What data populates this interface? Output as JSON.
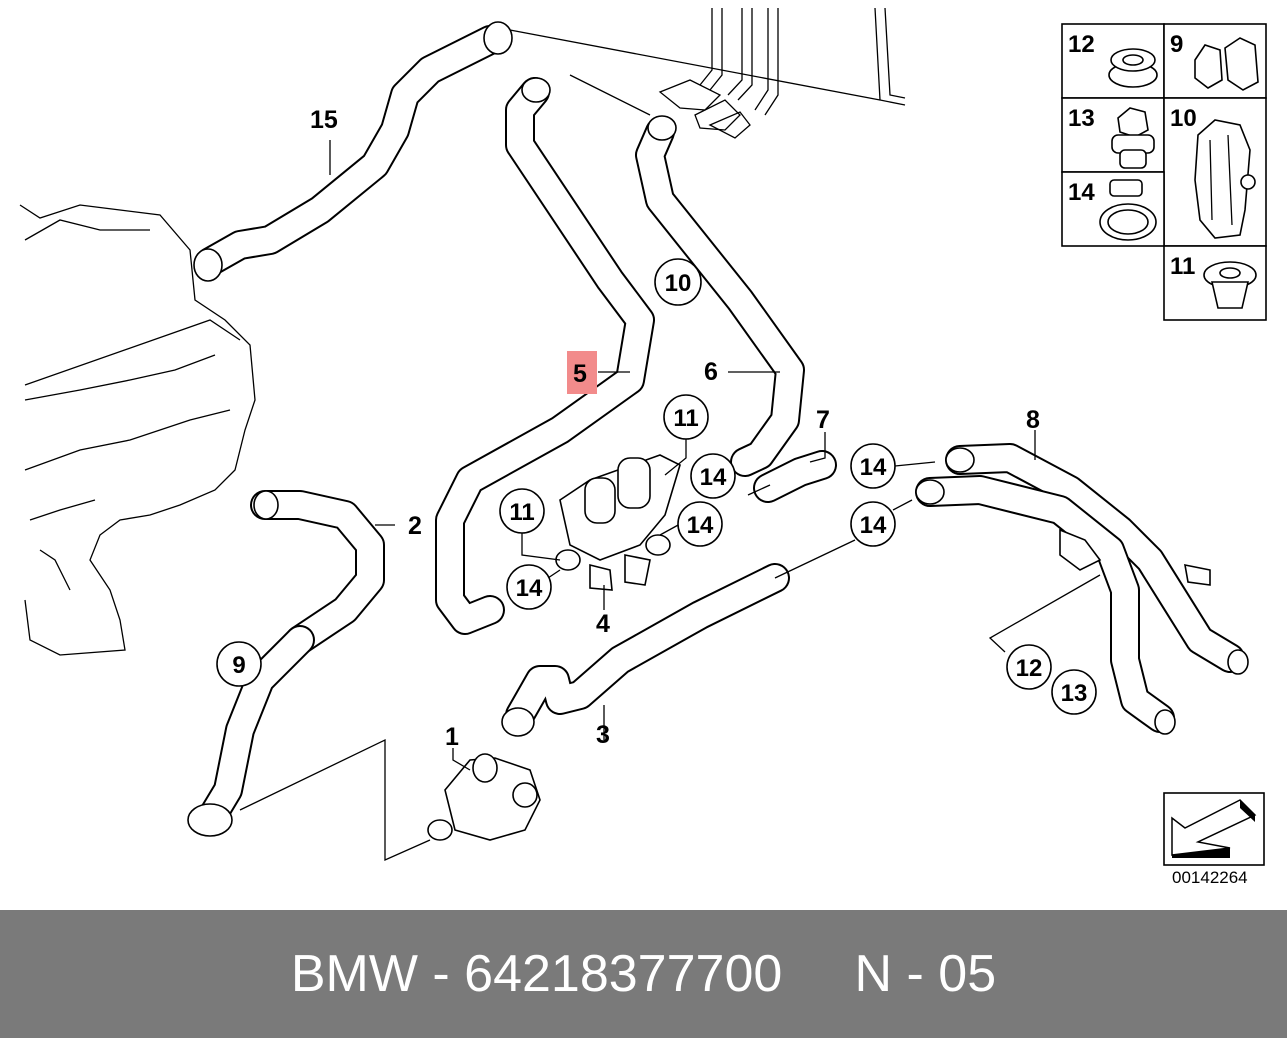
{
  "diagram": {
    "callouts": {
      "c1": "1",
      "c2": "2",
      "c3": "3",
      "c4": "4",
      "c5": "5",
      "c6": "6",
      "c7": "7",
      "c8": "8",
      "c9": "9",
      "c10": "10",
      "c11a": "11",
      "c11b": "11",
      "c12": "12",
      "c13": "13",
      "c14a": "14",
      "c14b": "14",
      "c14c": "14",
      "c14d": "14",
      "c14e": "14",
      "c15": "15"
    },
    "legend": {
      "l12": "12",
      "l9": "9",
      "l13": "13",
      "l10": "10",
      "l14": "14",
      "l11": "11"
    },
    "highlight_color": "#f28b8b",
    "doc_number": "00142264"
  },
  "footer": {
    "text": "BMW - 64218377700     N - 05",
    "background": "#7a7a7a"
  }
}
